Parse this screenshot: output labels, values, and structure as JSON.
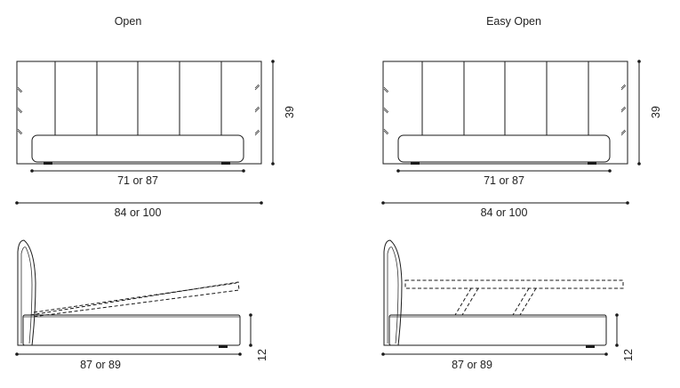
{
  "diagrams": {
    "open": {
      "title": "Open",
      "mattress_width": "71 or 87",
      "total_width": "84 or 100",
      "height": "39",
      "length": "87 or 89",
      "base_height": "12"
    },
    "easy_open": {
      "title": "Easy Open",
      "mattress_width": "71 or 87",
      "total_width": "84 or 100",
      "height": "39",
      "length": "87 or 89",
      "base_height": "12"
    }
  }
}
